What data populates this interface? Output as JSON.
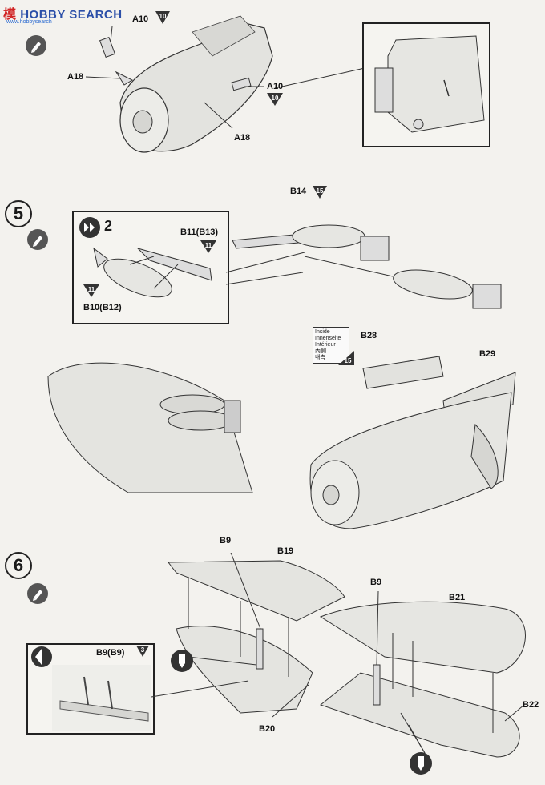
{
  "header": {
    "logo_cn": "模",
    "logo_text": "HOBBY SEARCH",
    "logo_sub": "www.hobbysearch"
  },
  "steps": {
    "step4_top": {
      "labels": {
        "a10_top": "A10",
        "a18_left": "A18",
        "a10_right": "A10",
        "a18_bottom": "A18"
      },
      "tri_values": {
        "a10_top": "10",
        "a10_right": "10"
      }
    },
    "step5": {
      "number": "5",
      "inset_count": "2",
      "labels": {
        "b14": "B14",
        "b11": "B11(B13)",
        "b10": "B10(B12)",
        "b28": "B28",
        "b29": "B29"
      },
      "tri_values": {
        "b14": "15",
        "b11": "11",
        "b10": "11",
        "inside": "15"
      },
      "inside_box": [
        "Inside",
        "Innenseite",
        "Intérieur",
        "內側",
        "내측"
      ]
    },
    "step6": {
      "number": "6",
      "labels": {
        "b9_left": "B9",
        "b19": "B19",
        "b9_right": "B9",
        "b21": "B21",
        "b20": "B20",
        "b22": "B22",
        "b9_inset": "B9(B9)"
      },
      "tri_values": {
        "b9_inset": "3"
      }
    }
  },
  "colors": {
    "ink": "#1a1a1a",
    "paper": "#f3f2ee",
    "part": "#ddddd9",
    "logo_blue": "#2b4fa8",
    "logo_red": "#d12323"
  }
}
